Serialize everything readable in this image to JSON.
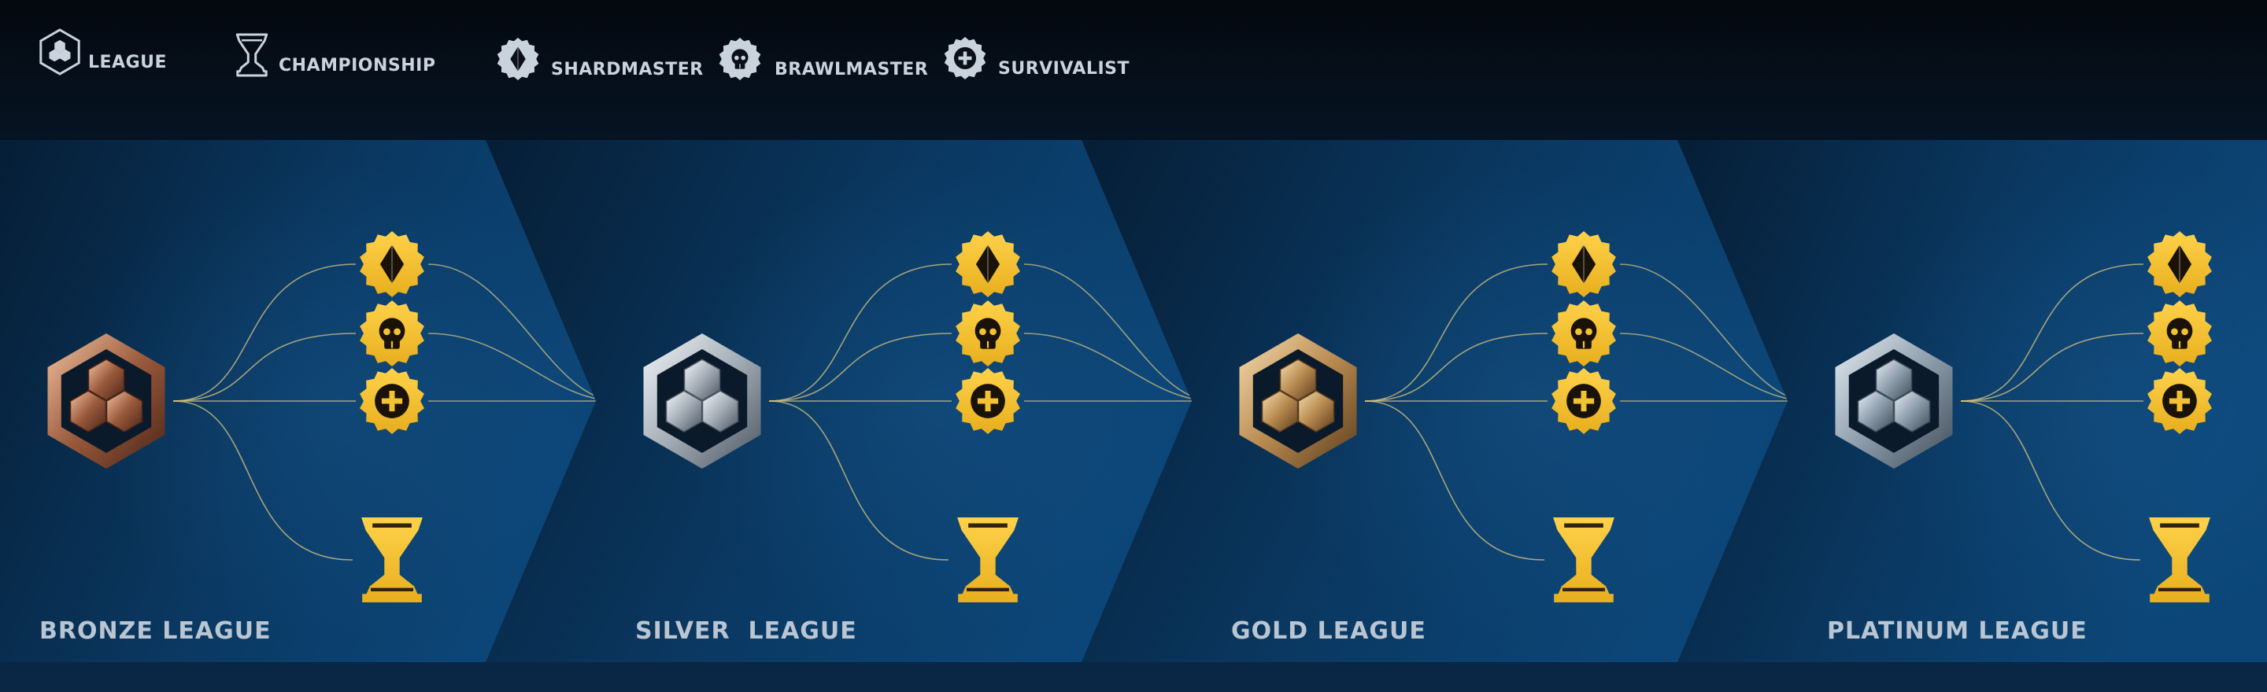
{
  "legend": [
    {
      "icon": "league-icon",
      "label": "LEAGUE"
    },
    {
      "icon": "championship-icon",
      "label": "CHAMPIONSHIP"
    },
    {
      "icon": "shardmaster-icon",
      "label": "SHARDMASTER"
    },
    {
      "icon": "brawlmaster-icon",
      "label": "BRAWLMASTER"
    },
    {
      "icon": "survivalist-icon",
      "label": "SURVIVALIST"
    }
  ],
  "leagues": [
    {
      "label": "BRONZE LEAGUE",
      "tier": "bronze",
      "badge_colors": [
        "#f2c3a0",
        "#9a5a3c",
        "#4a2418"
      ]
    },
    {
      "label": "SILVER  LEAGUE",
      "tier": "silver",
      "badge_colors": [
        "#f4f7fa",
        "#a4adb6",
        "#4b5560"
      ]
    },
    {
      "label": "GOLD LEAGUE",
      "tier": "gold",
      "badge_colors": [
        "#f7ddb0",
        "#b88a50",
        "#5a3c1c"
      ]
    },
    {
      "label": "PLATINUM LEAGUE",
      "tier": "platinum",
      "badge_colors": [
        "#e6eef5",
        "#8e9dab",
        "#3f4c58"
      ]
    }
  ],
  "reward_icons": [
    "shardmaster-icon",
    "brawlmaster-icon",
    "survivalist-icon",
    "championship-icon"
  ],
  "colors": {
    "reward_gold": "#f3c233",
    "reward_dark": "#1a1206",
    "legend_icon": "#c9d3de",
    "label": "#b9c5d2",
    "panel": "#0a3a66",
    "connector": "#d8c582"
  }
}
